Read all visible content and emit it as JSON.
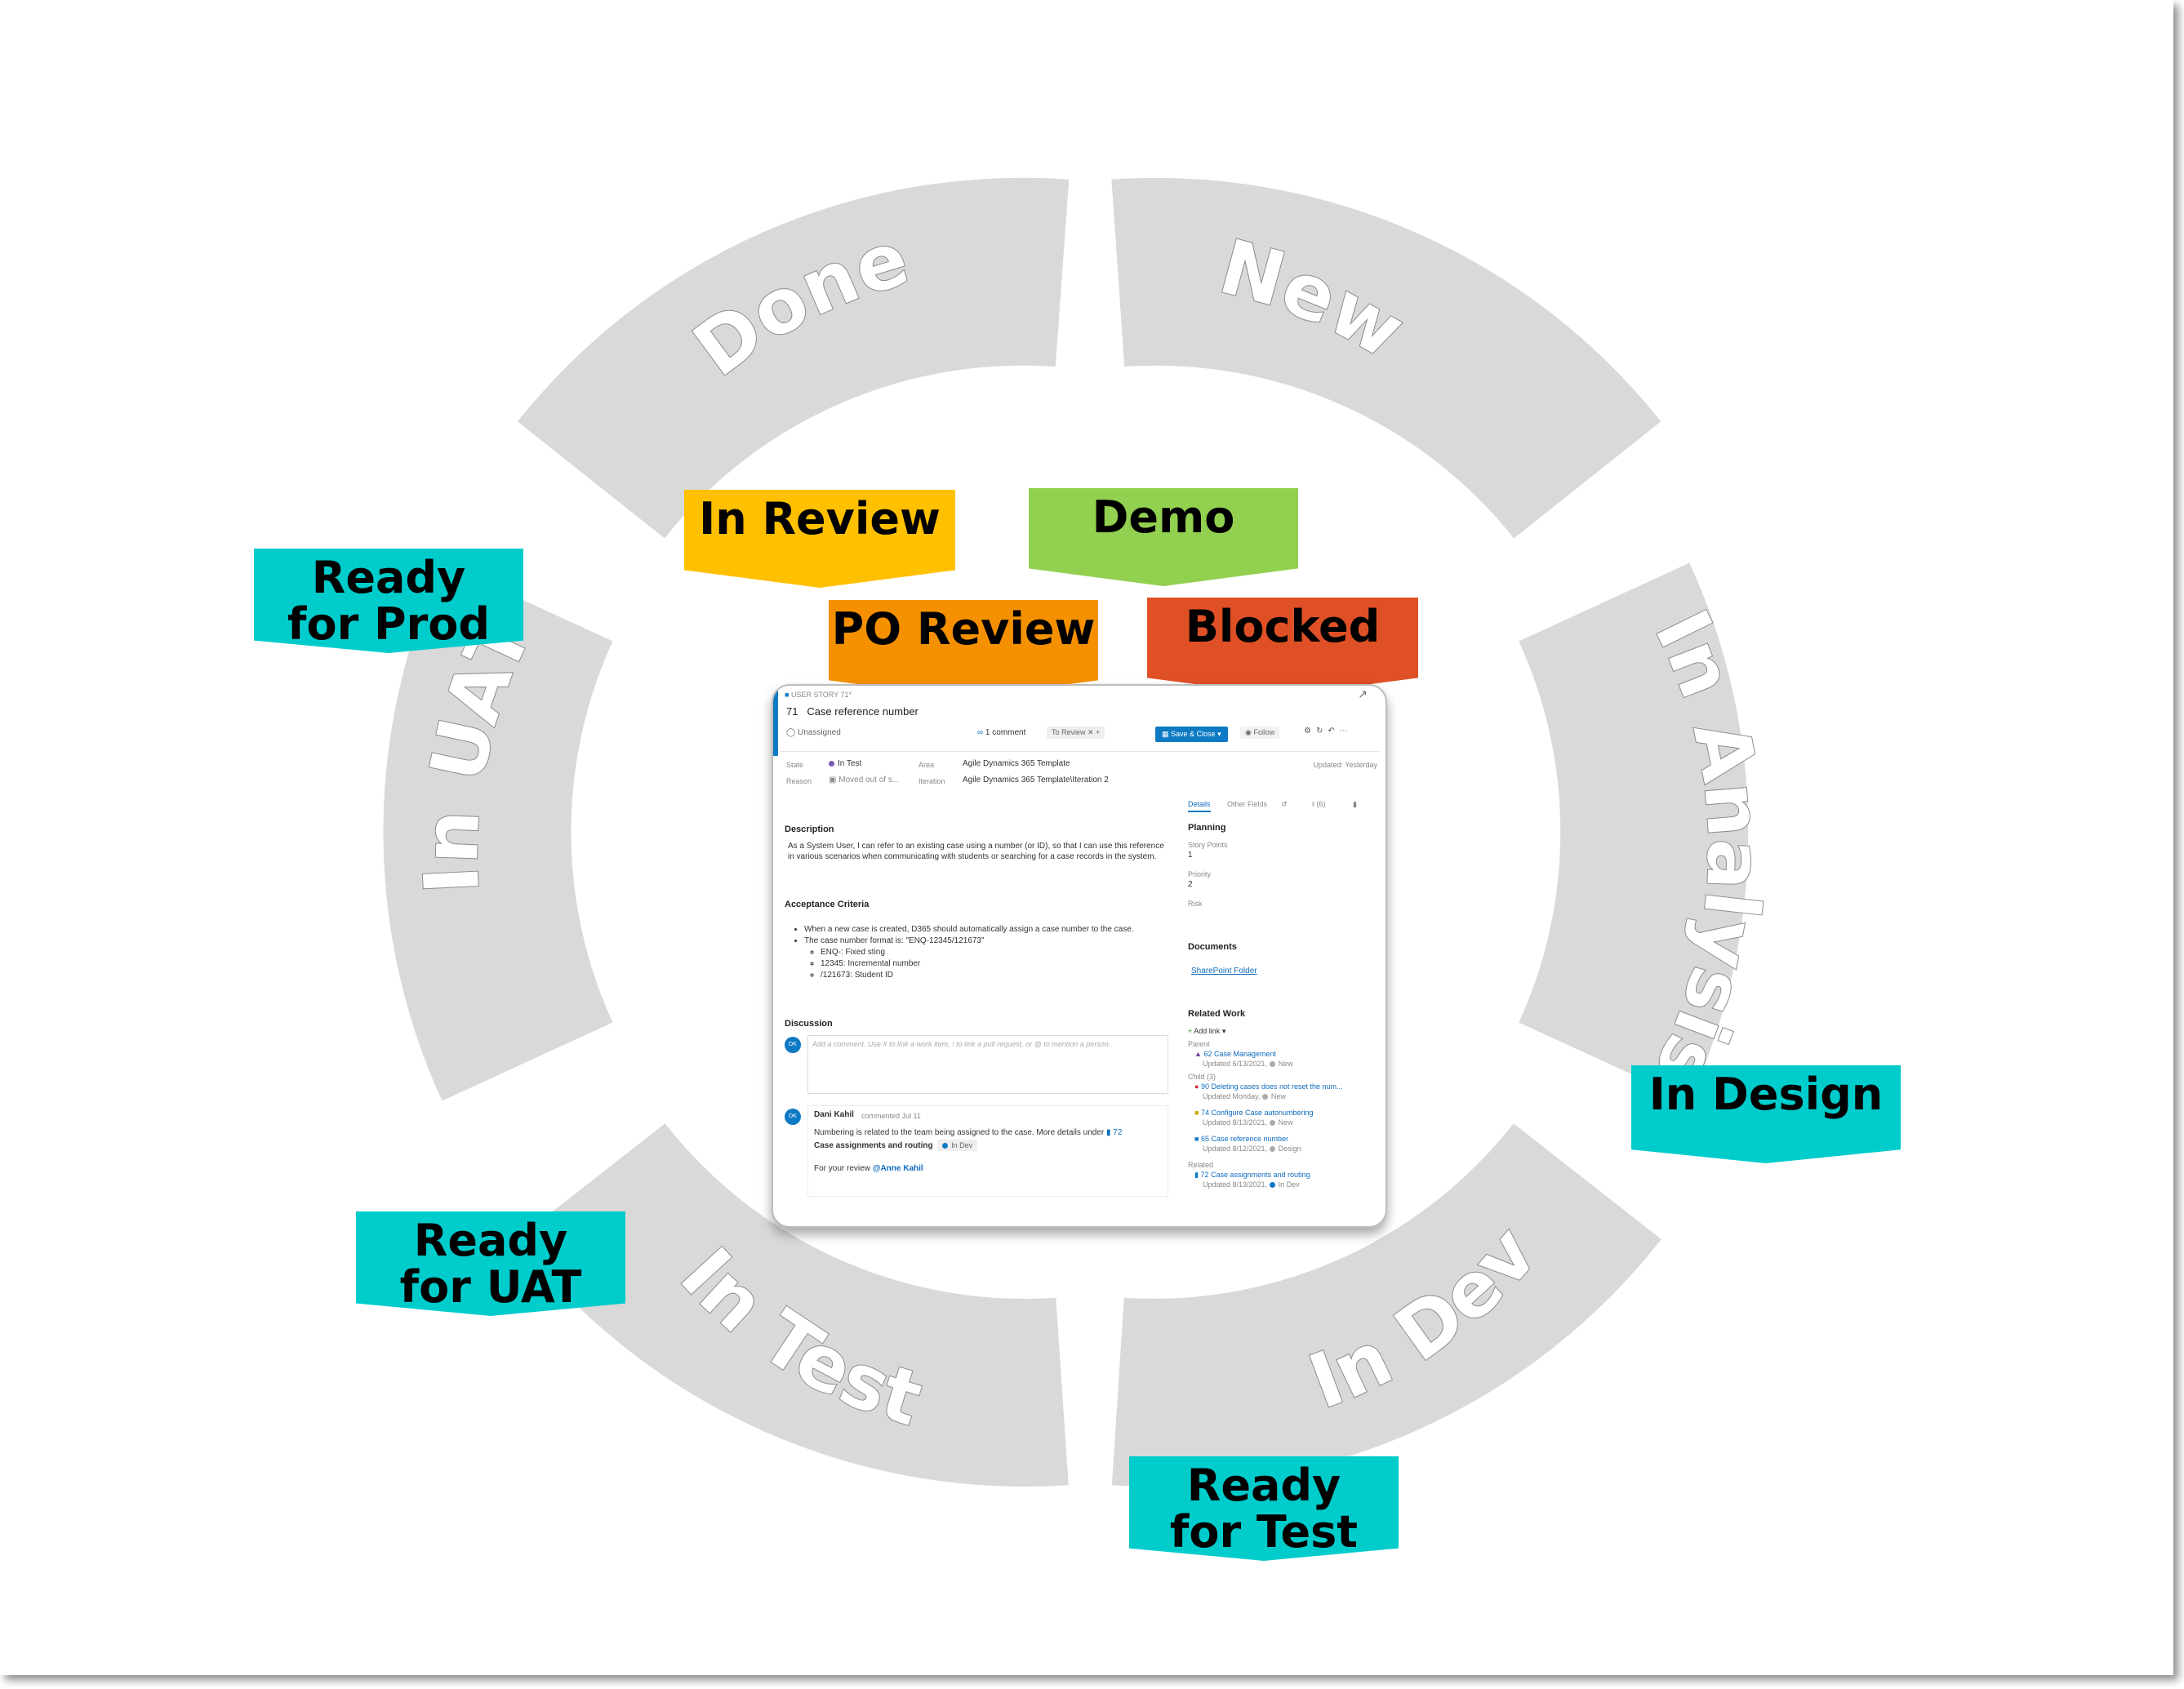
{
  "stages": {
    "new": "New",
    "analysis": "In Analysis",
    "dev": "In Dev",
    "test": "In Test",
    "uat": "In UAT",
    "done": "Done"
  },
  "top_tags": [
    {
      "label": "In Review",
      "color": "#ffc000"
    },
    {
      "label": "Demo",
      "color": "#92d050"
    },
    {
      "label": "PO Review",
      "color": "#f59100"
    },
    {
      "label": "Blocked",
      "color": "#e05026"
    }
  ],
  "ready_tags": {
    "prod": "Ready for Prod",
    "design": "In Design",
    "uat": "Ready for UAT",
    "test": "Ready for Test"
  },
  "colors": {
    "ring": "#d9d9d9",
    "ready_tag": "#00cccc",
    "accent": "#0e7ac4"
  },
  "card": {
    "type_label": "USER STORY 71*",
    "id": "71",
    "title": "Case reference number",
    "assignee": "Unassigned",
    "comments": "1 comment",
    "tag": "To Review",
    "save_label": "Save & Close",
    "follow_label": "Follow",
    "updated": "Updated: Yesterday",
    "state_label": "State",
    "state_value": "In Test",
    "reason_label": "Reason",
    "reason_value": "Moved out of s...",
    "area_label": "Area",
    "area_value": "Agile Dynamics 365 Template",
    "iteration_label": "Iteration",
    "iteration_value": "Agile Dynamics 365 Template\\Iteration 2",
    "tabs": {
      "details": "Details",
      "other": "Other Fields",
      "links": "(6)"
    },
    "description_heading": "Description",
    "description": "As a System User, I can refer to an existing case using a number (or ID), so that I can use this reference in various scenarios when communicating with students or searching for a case records in the system.",
    "acceptance_heading": "Acceptance Criteria",
    "criteria": [
      "When a new case is created, D365 should automatically assign a case number to the case.",
      "The case number format is: \"ENQ-12345/121673\""
    ],
    "sub_criteria": [
      "ENQ-: Fixed sting",
      "12345: Incremental number",
      "/121673: Student ID"
    ],
    "discussion_heading": "Discussion",
    "comment_placeholder": "Add a comment. Use # to link a work item, ! to link a pull request, or @ to mention a person.",
    "avatar_initials": "DK",
    "commenter": "Dani Kahil",
    "comment_time": "commented Jul 11",
    "comment_text": "Numbering is related to the team being assigned to the case. More details under",
    "comment_link_id": "72",
    "comment_link_title": "Case assignments and routing",
    "comment_link_state": "In Dev",
    "comment_review": "For your review",
    "comment_mention": "@Anne Kahil",
    "planning_heading": "Planning",
    "story_points_label": "Story Points",
    "story_points": "1",
    "priority_label": "Priority",
    "priority": "2",
    "risk_label": "Risk",
    "documents_heading": "Documents",
    "documents_link": "SharePoint Folder",
    "related_heading": "Related Work",
    "add_link": "Add link",
    "parent_label": "Parent",
    "child_label": "Child (3)",
    "related_label": "Related",
    "related_items": [
      {
        "title": "62 Case Management",
        "meta": "Updated 6/13/2021,",
        "state": "New"
      },
      {
        "title": "90 Deleting cases does not reset the num...",
        "meta": "Updated Monday,",
        "state": "New"
      },
      {
        "title": "74 Configure Case autonumbering",
        "meta": "Updated 8/13/2021,",
        "state": "New"
      },
      {
        "title": "65 Case reference number",
        "meta": "Updated 8/12/2021,",
        "state": "Design"
      },
      {
        "title": "72 Case assignments and routing",
        "meta": "Updated 8/13/2021,",
        "state": "In Dev"
      }
    ]
  }
}
